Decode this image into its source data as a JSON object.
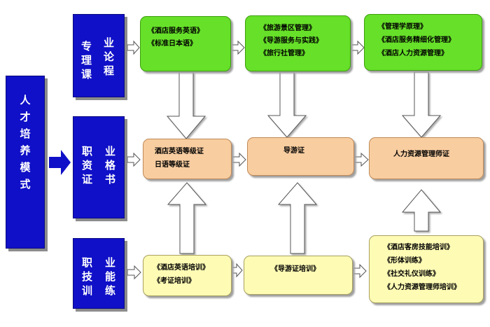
{
  "main_label": [
    "人",
    "才",
    "培",
    "养",
    "模",
    "式"
  ],
  "rows": {
    "course": {
      "chars": [
        "专",
        "业",
        "理",
        "论",
        "课",
        "程"
      ]
    },
    "cert": {
      "chars": [
        "职",
        "业",
        "资",
        "格",
        "证",
        "书"
      ]
    },
    "skill": {
      "chars": [
        "职",
        "业",
        "技",
        "能",
        "训",
        "练"
      ]
    }
  },
  "course_boxes": [
    {
      "lines": [
        "《酒店服务英语》",
        "《标准日本语》"
      ]
    },
    {
      "lines": [
        "《旅游景区管理》",
        "《导游服务与实践》",
        "《旅行社管理》"
      ]
    },
    {
      "lines": [
        "《管理学原理》",
        "《酒店服务精细化管理》",
        "《酒店人力资源管理》"
      ]
    }
  ],
  "cert_boxes": [
    {
      "lines": [
        "酒店英语等级证",
        "日语等级证"
      ]
    },
    {
      "lines": [
        "导游证"
      ]
    },
    {
      "lines": [
        "人力资源管理师证"
      ]
    }
  ],
  "skill_boxes": [
    {
      "lines": [
        "《酒店英语培训》",
        "《考证培训》"
      ]
    },
    {
      "lines": [
        "《导游证培训》"
      ]
    },
    {
      "lines": [
        "《酒店客房技能培训》",
        "《形体训练》",
        "《社交礼仪训练》",
        "《人力资源管理师培训》"
      ]
    }
  ],
  "colors": {
    "blue": "#1010c8",
    "green": "#66e028",
    "peach": "#f8cda0",
    "yellow": "#fefbb4",
    "arrow_fill": "#ffffff",
    "arrow_stroke": "#555555",
    "main_arrow": "#1010c8"
  }
}
